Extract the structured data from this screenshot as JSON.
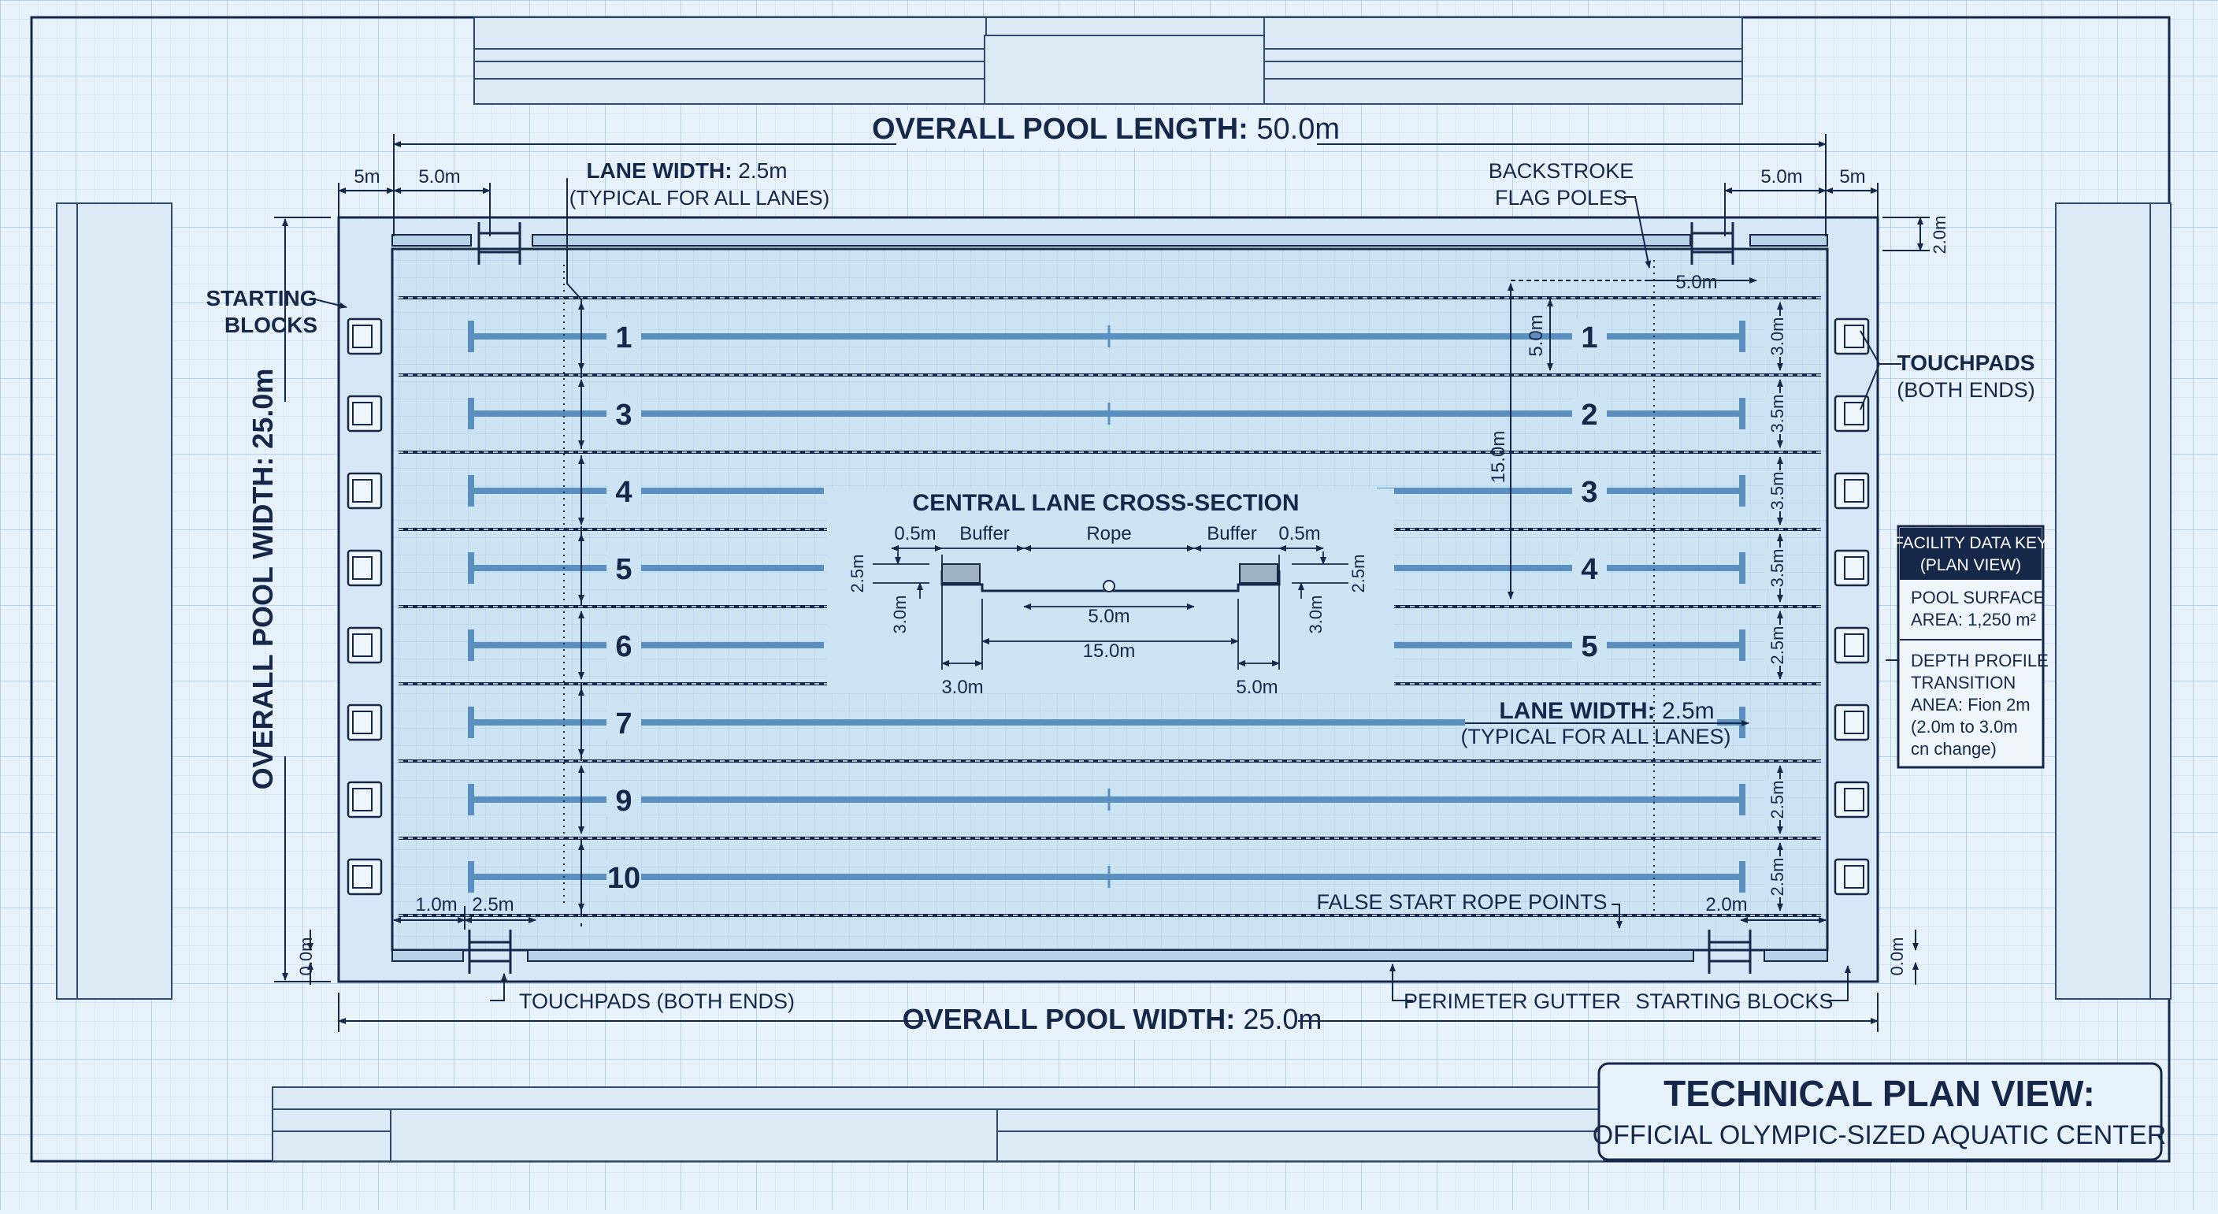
{
  "colors": {
    "background": "#e8f2fa",
    "grid": "#b9d3ea",
    "ink": "#15284a",
    "water": "#cfe5f5",
    "lane_marking": "#5b8fbf"
  },
  "dimensions": {
    "overall_length": {
      "label": "OVERALL POOL LENGTH:",
      "value": "50.0m"
    },
    "overall_width_bottom": {
      "label": "OVERALL POOL WIDTH:",
      "value": "25.0m"
    },
    "overall_width_left": "OVERALL POOL WIDTH: 25.0m",
    "top_left_5m": "5m",
    "top_left_50m": "5.0m",
    "top_right_50m": "5.0m",
    "top_right_5m": "5m",
    "right_top_20m": "2.0m",
    "flag_5m": "5.0m",
    "right_15m": "15.0m",
    "right_5m": "5.0m",
    "right_lane_widths": [
      "3.0m",
      "3.5m",
      "3.5m",
      "3.5m",
      "2.5m",
      "2.5m",
      "2.5m"
    ],
    "bottom_left_10m": "1.0m",
    "bottom_left_25m": "2.5m",
    "bottom_right_20m": "2.0m",
    "left_00m": "0.0m",
    "right_00m": "0.0m"
  },
  "callouts": {
    "lane_width_top": {
      "label": "LANE WIDTH:",
      "value": "2.5m",
      "note": "(TYPICAL FOR ALL LANES)"
    },
    "lane_width_lower": {
      "label": "LANE WIDTH:",
      "value": "2.5m",
      "note": "(TYPICAL FOR ALL LANES)"
    },
    "backstroke": [
      "BACKSTROKE",
      "FLAG POLES"
    ],
    "starting_blocks_left": [
      "STARTING",
      "BLOCKS"
    ],
    "touchpads_right": [
      "TOUCHPADS",
      "(BOTH ENDS)"
    ],
    "touchpads_bottom": "TOUCHPADS (BOTH ENDS)",
    "perimeter_gutter": "PERIMETER GUTTER",
    "starting_blocks_bottom": "STARTING BLOCKS",
    "false_start": "FALSE START ROPE POINTS"
  },
  "lanes": {
    "left_numbers": [
      "1",
      "3",
      "4",
      "5",
      "6",
      "7",
      "9",
      "10"
    ],
    "right_numbers": [
      "1",
      "2",
      "3",
      "4",
      "5"
    ]
  },
  "cross_section": {
    "title": "CENTRAL LANE CROSS-SECTION",
    "top_labels": [
      "0.5m",
      "Buffer",
      "Rope",
      "Buffer",
      "0.5m"
    ],
    "left_depths": [
      "2.5m",
      "3.0m"
    ],
    "right_depths": [
      "3.0m",
      "2.5m"
    ],
    "inner_5m": "5.0m",
    "inner_15m": "15.0m",
    "bottom_left": "3.0m",
    "bottom_right": "5.0m"
  },
  "facility_key": {
    "title": [
      "FACILITY DATA KEY",
      "(PLAN VIEW)"
    ],
    "item1": [
      "POOL SURFACE",
      "AREA: 1,250 m²"
    ],
    "item2": [
      "DEPTH PROFILE",
      "TRANSITION",
      "ANEA: Fion 2m",
      "(2.0m to 3.0m",
      "cn change)"
    ]
  },
  "title_block": {
    "title": "TECHNICAL PLAN VIEW:",
    "subtitle": "OFFICIAL OLYMPIC-SIZED AQUATIC CENTER"
  }
}
